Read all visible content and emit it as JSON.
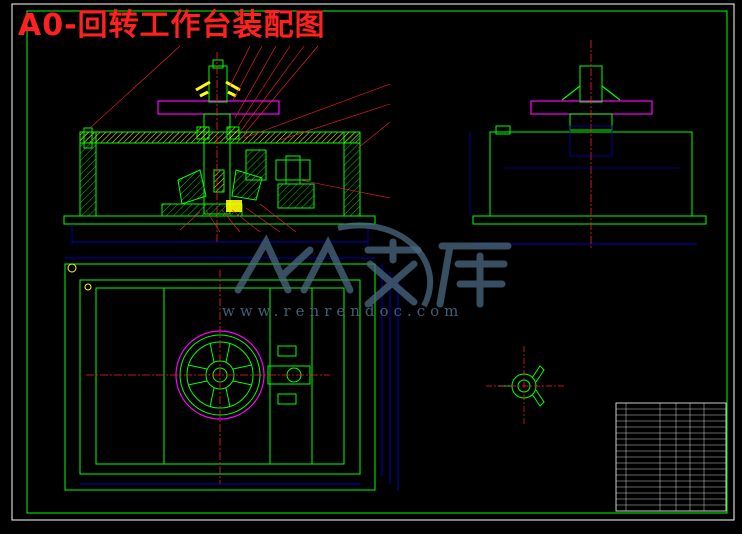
{
  "title": "A0-回转工作台装配图",
  "watermark": {
    "brand_cn": "人人文库",
    "url": "www.renrendoc.com"
  },
  "colors": {
    "background": "#000000",
    "frame": "#ffffff",
    "outline": "#00ff00",
    "hatch": "#ffff00",
    "part": "#ff00ff",
    "center_line": "#ff2020",
    "dimension": "#0000ff",
    "gear": "#00ffff"
  }
}
